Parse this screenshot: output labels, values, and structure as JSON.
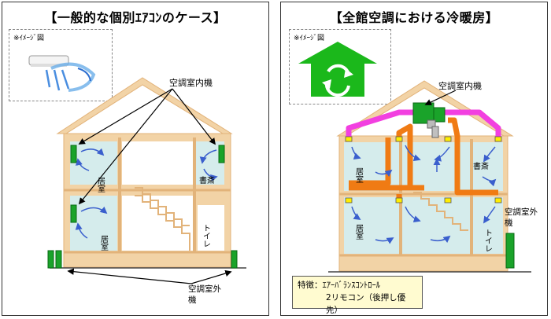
{
  "left": {
    "title": "【一般的な個別ｴｱｺﾝのケース】",
    "image_note": "※ｲﾒｰｼﾞ図",
    "label_indoor_unit": "空調室内機",
    "room1": "居室",
    "room2": "書斎",
    "room3": "居室",
    "room4": "トイレ",
    "outdoor_unit_line1": "空調室外",
    "outdoor_unit_line2": "機"
  },
  "right": {
    "title": "【全館空調における冷暖房】",
    "image_note": "※ｲﾒｰｼﾞ図",
    "label_indoor_unit": "空調室内機",
    "room1": "居室",
    "room2": "書斎",
    "room3": "居室",
    "room4": "トイレ",
    "outdoor_unit_line1": "空調室外",
    "outdoor_unit_line2": "機",
    "feature_line1": "特徴：ｴｱｰﾊﾞﾗﾝｽｺﾝﾄﾛｰﾙ",
    "feature_line2": "2リモコン（後押し優先）"
  },
  "colors": {
    "house_frame": "#f2d3a6",
    "house_frame_stroke": "#e2b37a",
    "room_fill": "#d5ecec",
    "ac_unit": "#1aa32a",
    "duct_orange": "#f07b14",
    "duct_magenta": "#f23fe0",
    "vent_yellow": "#ffee00",
    "arrow_blue": "#3a5fcd",
    "green_house": "#1bb81b",
    "feature_bg": "#fffbd0"
  }
}
